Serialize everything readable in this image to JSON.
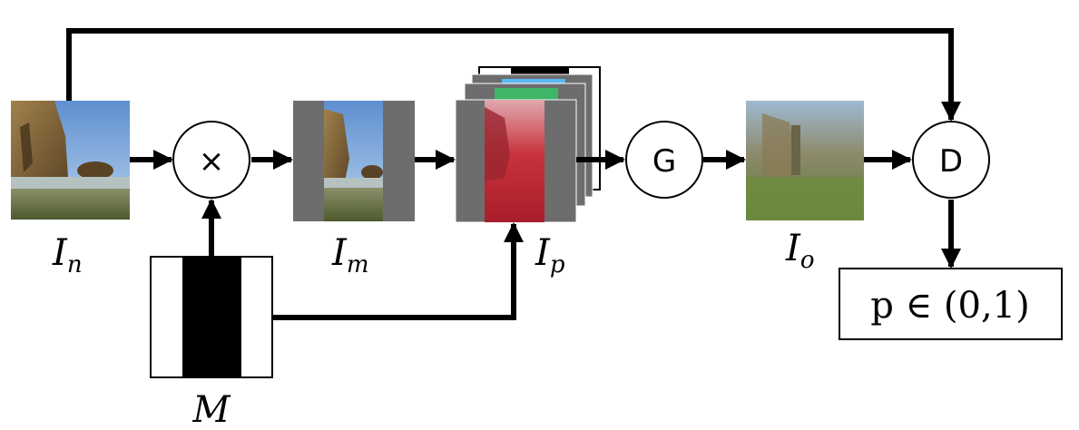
{
  "labels": {
    "input": {
      "base": "I",
      "sub": "n"
    },
    "masked": {
      "base": "I",
      "sub": "m"
    },
    "prior": {
      "base": "I",
      "sub": "p"
    },
    "output": {
      "base": "I",
      "sub": "o"
    },
    "mask": "M"
  },
  "nodes": {
    "multiply": "×",
    "generator": "G",
    "discriminator": "D"
  },
  "output_box": "p ∈ (0,1)",
  "colors": {
    "line": "#000000",
    "mask_gray": "#6d6d6d",
    "prior_red": "#c8323c",
    "prior_blue": "#59b7f0",
    "prior_green": "#3fb567",
    "sky": "#8fb8e0",
    "rock": "#8a6a3c",
    "sea": "#a9b7b5",
    "ground": "#6f6a3a"
  }
}
